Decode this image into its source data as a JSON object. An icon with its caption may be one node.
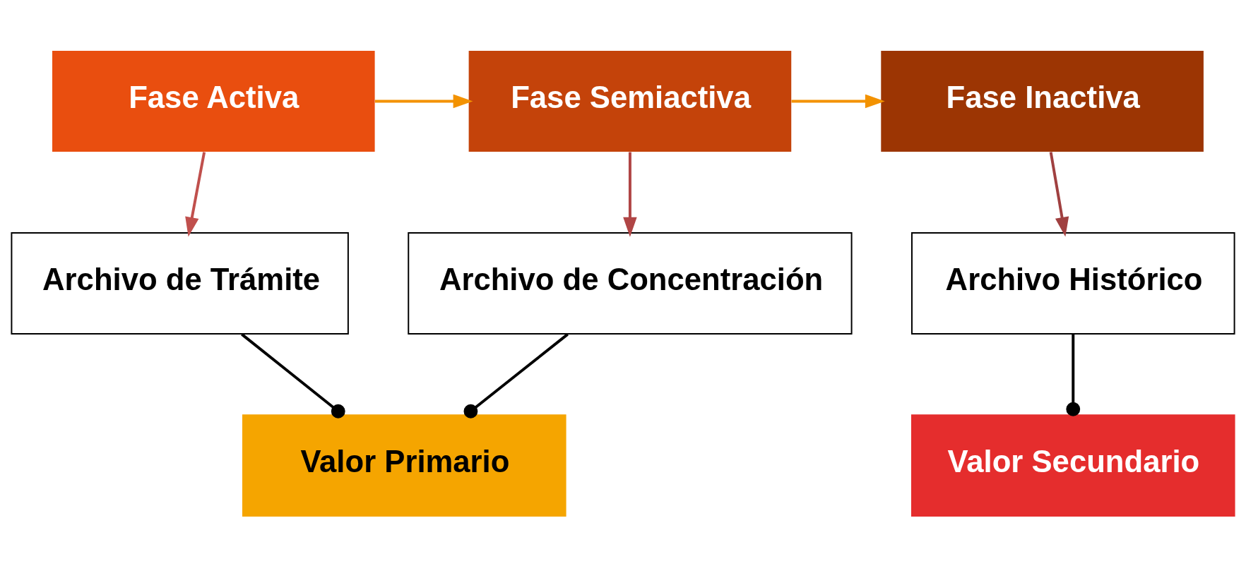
{
  "diagram": {
    "nodes": [
      {
        "text": [
          "Fase Activa"
        ]
      },
      {
        "text": [
          "Fase Semiactiva"
        ]
      },
      {
        "text": [
          "Fase Inactiva"
        ]
      },
      {
        "text": [
          "Archivo de Trámite"
        ]
      },
      {
        "text": [
          "Archivo de Concentración"
        ]
      },
      {
        "text": [
          "Archivo Histórico"
        ]
      },
      {
        "text": [
          "Valor Primario"
        ]
      },
      {
        "text": [
          "Valor Secundario"
        ]
      }
    ],
    "edges": [
      {
        "from": 0,
        "to": 1,
        "arrow": "to",
        "color": "#f39200"
      },
      {
        "from": 1,
        "to": 2,
        "arrow": "to",
        "color": "#f39200"
      },
      {
        "from": 0,
        "to": 3,
        "arrow": "to",
        "color": "#c0504d"
      },
      {
        "from": 1,
        "to": 4,
        "arrow": "to",
        "color": "#b04545"
      },
      {
        "from": 2,
        "to": 5,
        "arrow": "to",
        "color": "#a04040"
      },
      {
        "from": 3,
        "to": 6,
        "arrow": "other"
      },
      {
        "from": 4,
        "to": 6,
        "arrow": "other"
      },
      {
        "from": 5,
        "to": 7,
        "arrow": "other"
      }
    ]
  }
}
